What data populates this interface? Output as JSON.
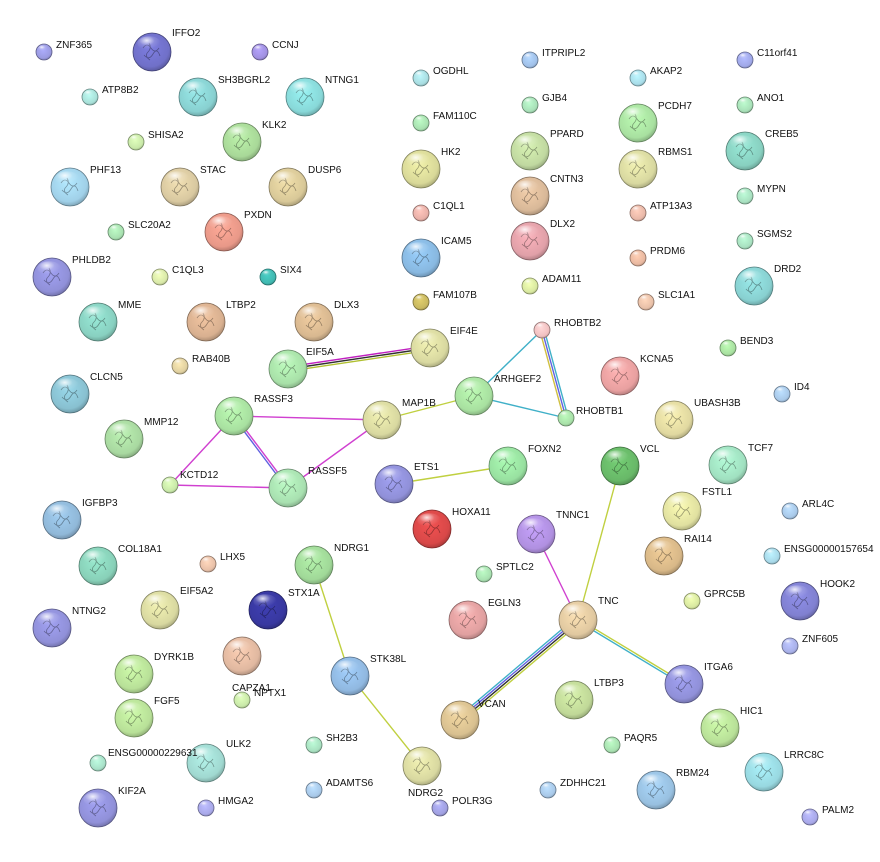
{
  "network": {
    "nodes": [
      {
        "id": "ZNF365",
        "label": "ZNF365",
        "color": "#9a9ae0",
        "size": "small"
      },
      {
        "id": "IFFO2",
        "label": "IFFO2",
        "color": "#7070c8",
        "size": "large"
      },
      {
        "id": "CCNJ",
        "label": "CCNJ",
        "color": "#a090e0",
        "size": "small"
      },
      {
        "id": "ITPRIPL2",
        "label": "ITPRIPL2",
        "color": "#a0c0e8",
        "size": "small"
      },
      {
        "id": "C11orf41",
        "label": "C11orf41",
        "color": "#a0a8e8",
        "size": "small"
      },
      {
        "id": "ATP8B2",
        "label": "ATP8B2",
        "color": "#a8e0d8",
        "size": "small"
      },
      {
        "id": "SH3BGRL2",
        "label": "SH3BGRL2",
        "color": "#88d0d0",
        "size": "large"
      },
      {
        "id": "NTNG1",
        "label": "NTNG1",
        "color": "#88d8d8",
        "size": "large"
      },
      {
        "id": "OGDHL",
        "label": "OGDHL",
        "color": "#a8dce0",
        "size": "small"
      },
      {
        "id": "AKAP2",
        "label": "AKAP2",
        "color": "#a8dce8",
        "size": "small"
      },
      {
        "id": "GJB4",
        "label": "GJB4",
        "color": "#a8e0b8",
        "size": "small"
      },
      {
        "id": "ANO1",
        "label": "ANO1",
        "color": "#a8e0b8",
        "size": "small"
      },
      {
        "id": "FAM110C",
        "label": "FAM110C",
        "color": "#a8e0b0",
        "size": "small"
      },
      {
        "id": "PCDH7",
        "label": "PCDH7",
        "color": "#a8e0a0",
        "size": "large"
      },
      {
        "id": "PPARD",
        "label": "PPARD",
        "color": "#c0d8a0",
        "size": "large"
      },
      {
        "id": "SHISA2",
        "label": "SHISA2",
        "color": "#c8e8a8",
        "size": "small"
      },
      {
        "id": "KLK2",
        "label": "KLK2",
        "color": "#a8d898",
        "size": "large"
      },
      {
        "id": "CREB5",
        "label": "CREB5",
        "color": "#88d0c0",
        "size": "large"
      },
      {
        "id": "HK2",
        "label": "HK2",
        "color": "#d8d898",
        "size": "large"
      },
      {
        "id": "RBMS1",
        "label": "RBMS1",
        "color": "#d8d8a0",
        "size": "large"
      },
      {
        "id": "PHF13",
        "label": "PHF13",
        "color": "#a0d0e8",
        "size": "large"
      },
      {
        "id": "STAC",
        "label": "STAC",
        "color": "#d8c8a0",
        "size": "large"
      },
      {
        "id": "DUSP6",
        "label": "DUSP6",
        "color": "#d8c898",
        "size": "large"
      },
      {
        "id": "CNTN3",
        "label": "CNTN3",
        "color": "#d8b898",
        "size": "large"
      },
      {
        "id": "MYPN",
        "label": "MYPN",
        "color": "#a8e0c0",
        "size": "small"
      },
      {
        "id": "C1QL1",
        "label": "C1QL1",
        "color": "#e8b0a8",
        "size": "small"
      },
      {
        "id": "ATP13A3",
        "label": "ATP13A3",
        "color": "#e8b8a8",
        "size": "small"
      },
      {
        "id": "PXDN",
        "label": "PXDN",
        "color": "#e89888",
        "size": "large"
      },
      {
        "id": "SLC20A2",
        "label": "SLC20A2",
        "color": "#a8e0b0",
        "size": "small"
      },
      {
        "id": "DLX2",
        "label": "DLX2",
        "color": "#e0a0a8",
        "size": "large"
      },
      {
        "id": "SGMS2",
        "label": "SGMS2",
        "color": "#a8e0c0",
        "size": "small"
      },
      {
        "id": "ICAM5",
        "label": "ICAM5",
        "color": "#88b8e0",
        "size": "large"
      },
      {
        "id": "PRDM6",
        "label": "PRDM6",
        "color": "#e8b8a0",
        "size": "small"
      },
      {
        "id": "PHLDB2",
        "label": "PHLDB2",
        "color": "#9090d8",
        "size": "large"
      },
      {
        "id": "C1QL3",
        "label": "C1QL3",
        "color": "#d8e8a8",
        "size": "small"
      },
      {
        "id": "SIX4",
        "label": "SIX4",
        "color": "#40b8b0",
        "size": "small"
      },
      {
        "id": "DRD2",
        "label": "DRD2",
        "color": "#88d0d0",
        "size": "large"
      },
      {
        "id": "ADAM11",
        "label": "ADAM11",
        "color": "#d8e8a0",
        "size": "small"
      },
      {
        "id": "FAM107B",
        "label": "FAM107B",
        "color": "#c8b860",
        "size": "small"
      },
      {
        "id": "SLC1A1",
        "label": "SLC1A1",
        "color": "#e8c0a8",
        "size": "small"
      },
      {
        "id": "MME",
        "label": "MME",
        "color": "#88d0c0",
        "size": "large"
      },
      {
        "id": "LTBP2",
        "label": "LTBP2",
        "color": "#d8b090",
        "size": "large"
      },
      {
        "id": "DLX3",
        "label": "DLX3",
        "color": "#d8b890",
        "size": "large"
      },
      {
        "id": "RHOBTB2",
        "label": "RHOBTB2",
        "color": "#f0c0c0",
        "size": "small"
      },
      {
        "id": "EIF4E",
        "label": "EIF4E",
        "color": "#d8d8a0",
        "size": "large"
      },
      {
        "id": "BEND3",
        "label": "BEND3",
        "color": "#a8e0a0",
        "size": "small"
      },
      {
        "id": "RAB40B",
        "label": "RAB40B",
        "color": "#e0d0a0",
        "size": "small"
      },
      {
        "id": "EIF5A",
        "label": "EIF5A",
        "color": "#a8e0a8",
        "size": "large"
      },
      {
        "id": "CLCN5",
        "label": "CLCN5",
        "color": "#88c0d0",
        "size": "large"
      },
      {
        "id": "ARHGEF2",
        "label": "ARHGEF2",
        "color": "#a8e0a0",
        "size": "large"
      },
      {
        "id": "KCNA5",
        "label": "KCNA5",
        "color": "#e8a0a0",
        "size": "large"
      },
      {
        "id": "ID4",
        "label": "ID4",
        "color": "#a8c8e8",
        "size": "small"
      },
      {
        "id": "RASSF3",
        "label": "RASSF3",
        "color": "#a8e0a0",
        "size": "large"
      },
      {
        "id": "MAP1B",
        "label": "MAP1B",
        "color": "#d8d8a0",
        "size": "large"
      },
      {
        "id": "UBASH3B",
        "label": "UBASH3B",
        "color": "#e0d8a0",
        "size": "large"
      },
      {
        "id": "RHOBTB1",
        "label": "RHOBTB1",
        "color": "#a8e0a8",
        "size": "small"
      },
      {
        "id": "MMP12",
        "label": "MMP12",
        "color": "#a8d8a0",
        "size": "large"
      },
      {
        "id": "VCL",
        "label": "VCL",
        "color": "#68b868",
        "size": "large"
      },
      {
        "id": "TCF7",
        "label": "TCF7",
        "color": "#a0e0c0",
        "size": "large"
      },
      {
        "id": "KCTD12",
        "label": "KCTD12",
        "color": "#c8e8a8",
        "size": "small"
      },
      {
        "id": "RASSF5",
        "label": "RASSF5",
        "color": "#a8e0b0",
        "size": "large"
      },
      {
        "id": "FOXN2",
        "label": "FOXN2",
        "color": "#98e0a0",
        "size": "large"
      },
      {
        "id": "ETS1",
        "label": "ETS1",
        "color": "#9090d8",
        "size": "large"
      },
      {
        "id": "IGFBP3",
        "label": "IGFBP3",
        "color": "#90b8d8",
        "size": "large"
      },
      {
        "id": "FSTL1",
        "label": "FSTL1",
        "color": "#e0e0a0",
        "size": "large"
      },
      {
        "id": "ARL4C",
        "label": "ARL4C",
        "color": "#a8c8e8",
        "size": "small"
      },
      {
        "id": "HOXA11",
        "label": "HOXA11",
        "color": "#d84848",
        "size": "large"
      },
      {
        "id": "TNNC1",
        "label": "TNNC1",
        "color": "#b090e0",
        "size": "large"
      },
      {
        "id": "RAI14",
        "label": "RAI14",
        "color": "#d8b888",
        "size": "large"
      },
      {
        "id": "COL18A1",
        "label": "COL18A1",
        "color": "#88d0b8",
        "size": "large"
      },
      {
        "id": "LHX5",
        "label": "LHX5",
        "color": "#e8c0a8",
        "size": "small"
      },
      {
        "id": "NDRG1",
        "label": "NDRG1",
        "color": "#a0d898",
        "size": "large"
      },
      {
        "id": "ENSG00000157654",
        "label": "ENSG00000157654",
        "color": "#a8d8e8",
        "size": "small"
      },
      {
        "id": "SPTLC2",
        "label": "SPTLC2",
        "color": "#a8e0b0",
        "size": "small"
      },
      {
        "id": "EIF5A2",
        "label": "EIF5A2",
        "color": "#d8d8a0",
        "size": "large"
      },
      {
        "id": "STX1A",
        "label": "STX1A",
        "color": "#3838a0",
        "size": "large"
      },
      {
        "id": "HOOK2",
        "label": "HOOK2",
        "color": "#8080d0",
        "size": "large"
      },
      {
        "id": "GPRC5B",
        "label": "GPRC5B",
        "color": "#d8e8a0",
        "size": "small"
      },
      {
        "id": "EGLN3",
        "label": "EGLN3",
        "color": "#e0a0a0",
        "size": "large"
      },
      {
        "id": "TNC",
        "label": "TNC",
        "color": "#e0c8a0",
        "size": "large"
      },
      {
        "id": "NTNG2",
        "label": "NTNG2",
        "color": "#9090d8",
        "size": "large"
      },
      {
        "id": "CAPZA1",
        "label": "CAPZA1",
        "color": "#e0b8a0",
        "size": "large"
      },
      {
        "id": "ZNF605",
        "label": "ZNF605",
        "color": "#a8b0e8",
        "size": "small"
      },
      {
        "id": "DYRK1B",
        "label": "DYRK1B",
        "color": "#b8e098",
        "size": "large"
      },
      {
        "id": "STK38L",
        "label": "STK38L",
        "color": "#90b8e0",
        "size": "large"
      },
      {
        "id": "ITGA6",
        "label": "ITGA6",
        "color": "#9090d8",
        "size": "large"
      },
      {
        "id": "NPTX1",
        "label": "NPTX1",
        "color": "#c8e8a8",
        "size": "small"
      },
      {
        "id": "LTBP3",
        "label": "LTBP3",
        "color": "#c0d898",
        "size": "large"
      },
      {
        "id": "FGF5",
        "label": "FGF5",
        "color": "#b8e098",
        "size": "large"
      },
      {
        "id": "VCAN",
        "label": "VCAN",
        "color": "#d8c090",
        "size": "large"
      },
      {
        "id": "HIC1",
        "label": "HIC1",
        "color": "#b8e098",
        "size": "large"
      },
      {
        "id": "PAQR5",
        "label": "PAQR5",
        "color": "#a8e0b0",
        "size": "small"
      },
      {
        "id": "SH2B3",
        "label": "SH2B3",
        "color": "#a8e0c0",
        "size": "small"
      },
      {
        "id": "ULK2",
        "label": "ULK2",
        "color": "#a0d8d0",
        "size": "large"
      },
      {
        "id": "LRRC8C",
        "label": "LRRC8C",
        "color": "#98d8e0",
        "size": "large"
      },
      {
        "id": "ENSG00000229631",
        "label": "ENSG00000229631",
        "color": "#a8e0c8",
        "size": "small"
      },
      {
        "id": "NDRG2",
        "label": "NDRG2",
        "color": "#d8d8a0",
        "size": "large"
      },
      {
        "id": "RBM24",
        "label": "RBM24",
        "color": "#98c0e0",
        "size": "large"
      },
      {
        "id": "ZDHHC21",
        "label": "ZDHHC21",
        "color": "#a8c8e8",
        "size": "small"
      },
      {
        "id": "ADAMTS6",
        "label": "ADAMTS6",
        "color": "#a8c8e8",
        "size": "small"
      },
      {
        "id": "KIF2A",
        "label": "KIF2A",
        "color": "#9090d8",
        "size": "large"
      },
      {
        "id": "HMGA2",
        "label": "HMGA2",
        "color": "#a8a8e8",
        "size": "small"
      },
      {
        "id": "POLR3G",
        "label": "POLR3G",
        "color": "#a0a0e0",
        "size": "small"
      },
      {
        "id": "PALM2",
        "label": "PALM2",
        "color": "#a8a8e8",
        "size": "small"
      }
    ],
    "edges": [
      {
        "source": "EIF5A",
        "target": "EIF4E",
        "colors": [
          "#c020c0",
          "#303030",
          "#b0c030"
        ]
      },
      {
        "source": "RASSF3",
        "target": "MAP1B",
        "colors": [
          "#d040d0"
        ]
      },
      {
        "source": "RASSF3",
        "target": "RASSF5",
        "colors": [
          "#d040d0",
          "#6060e0"
        ]
      },
      {
        "source": "RASSF3",
        "target": "KCTD12",
        "colors": [
          "#d040d0"
        ]
      },
      {
        "source": "KCTD12",
        "target": "RASSF5",
        "colors": [
          "#d040d0"
        ]
      },
      {
        "source": "MAP1B",
        "target": "RASSF5",
        "colors": [
          "#d040d0"
        ]
      },
      {
        "source": "MAP1B",
        "target": "ARHGEF2",
        "colors": [
          "#c0d040"
        ]
      },
      {
        "source": "ARHGEF2",
        "target": "RHOBTB2",
        "colors": [
          "#40b0c8"
        ]
      },
      {
        "source": "ARHGEF2",
        "target": "RHOBTB1",
        "colors": [
          "#40b0c8"
        ]
      },
      {
        "source": "RHOBTB2",
        "target": "RHOBTB1",
        "colors": [
          "#40b0c8",
          "#6060e0",
          "#d0c040"
        ]
      },
      {
        "source": "ETS1",
        "target": "FOXN2",
        "colors": [
          "#c0d040"
        ]
      },
      {
        "source": "VCL",
        "target": "TNC",
        "colors": [
          "#c0d040"
        ]
      },
      {
        "source": "TNNC1",
        "target": "TNC",
        "colors": [
          "#d040d0"
        ]
      },
      {
        "source": "TNC",
        "target": "VCAN",
        "colors": [
          "#c0d040",
          "#303030",
          "#6060e0",
          "#40b0c8"
        ]
      },
      {
        "source": "TNC",
        "target": "ITGA6",
        "colors": [
          "#c0d040",
          "#40b0c8"
        ]
      },
      {
        "source": "NDRG1",
        "target": "STK38L",
        "colors": [
          "#c0d040"
        ]
      },
      {
        "source": "STK38L",
        "target": "NDRG2",
        "colors": [
          "#c0d040"
        ]
      }
    ]
  }
}
